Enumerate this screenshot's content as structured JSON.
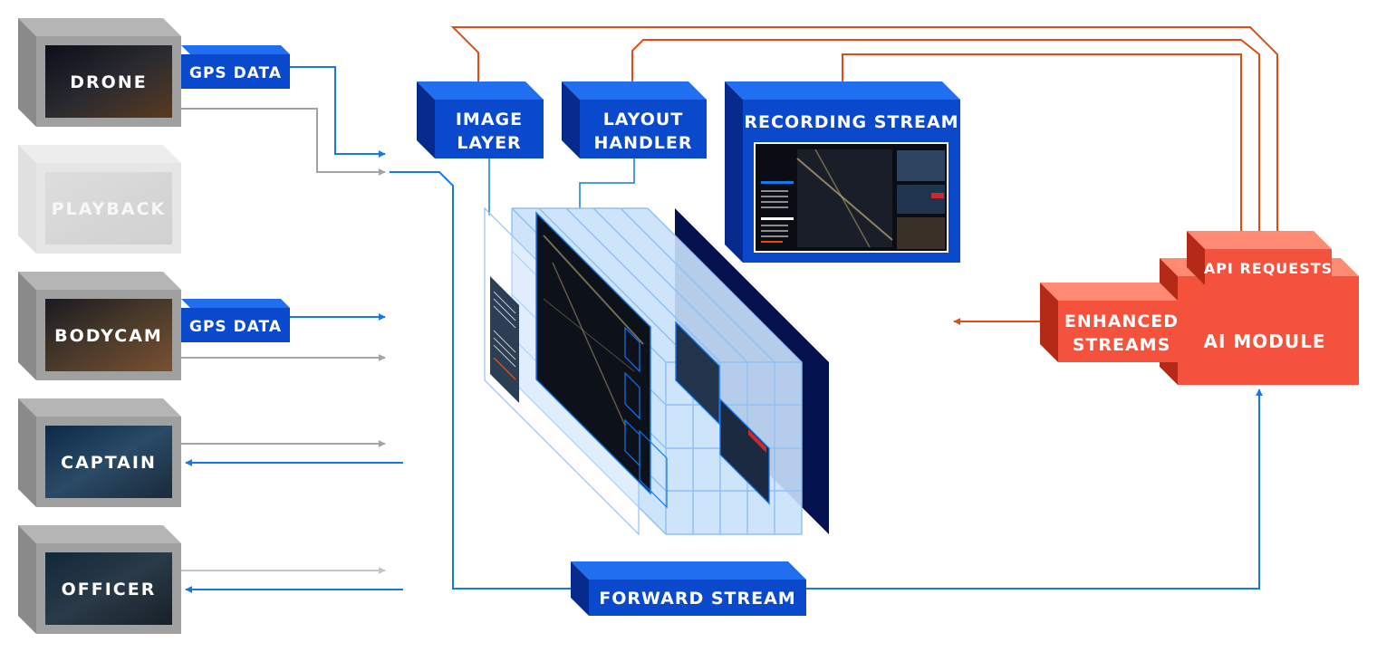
{
  "sources": [
    {
      "label": "DRONE",
      "faded": false
    },
    {
      "label": "PLAYBACK",
      "faded": true
    },
    {
      "label": "BODYCAM",
      "faded": false
    },
    {
      "label": "CAPTAIN",
      "faded": false
    },
    {
      "label": "OFFICER",
      "faded": false
    }
  ],
  "gps_tags": [
    "GPS DATA",
    "GPS DATA"
  ],
  "modules": {
    "image_layer": [
      "IMAGE",
      "LAYER"
    ],
    "layout_handler": [
      "LAYOUT",
      "HANDLER"
    ],
    "recording_stream": "RECORDING STREAM",
    "forward_stream": "FORWARD STREAM",
    "api_requests": "API REQUESTS",
    "ai_module": "AI MODULE",
    "enhanced_streams": [
      "ENHANCED",
      "STREAMS"
    ]
  },
  "colors": {
    "blue": "#0a49cc",
    "blue_top": "#1f6ff0",
    "blue_side": "#062b8c",
    "navy": "#03124f",
    "link_blue": "#1676ea",
    "link_gray": "#a3a3a3",
    "orange": "#e34b12",
    "coral": "#f4523d",
    "coral_top": "#ff8a73",
    "coral_side": "#b52a17",
    "grid": "#8ec0f4",
    "grid_fill": "#c9e1fb"
  }
}
